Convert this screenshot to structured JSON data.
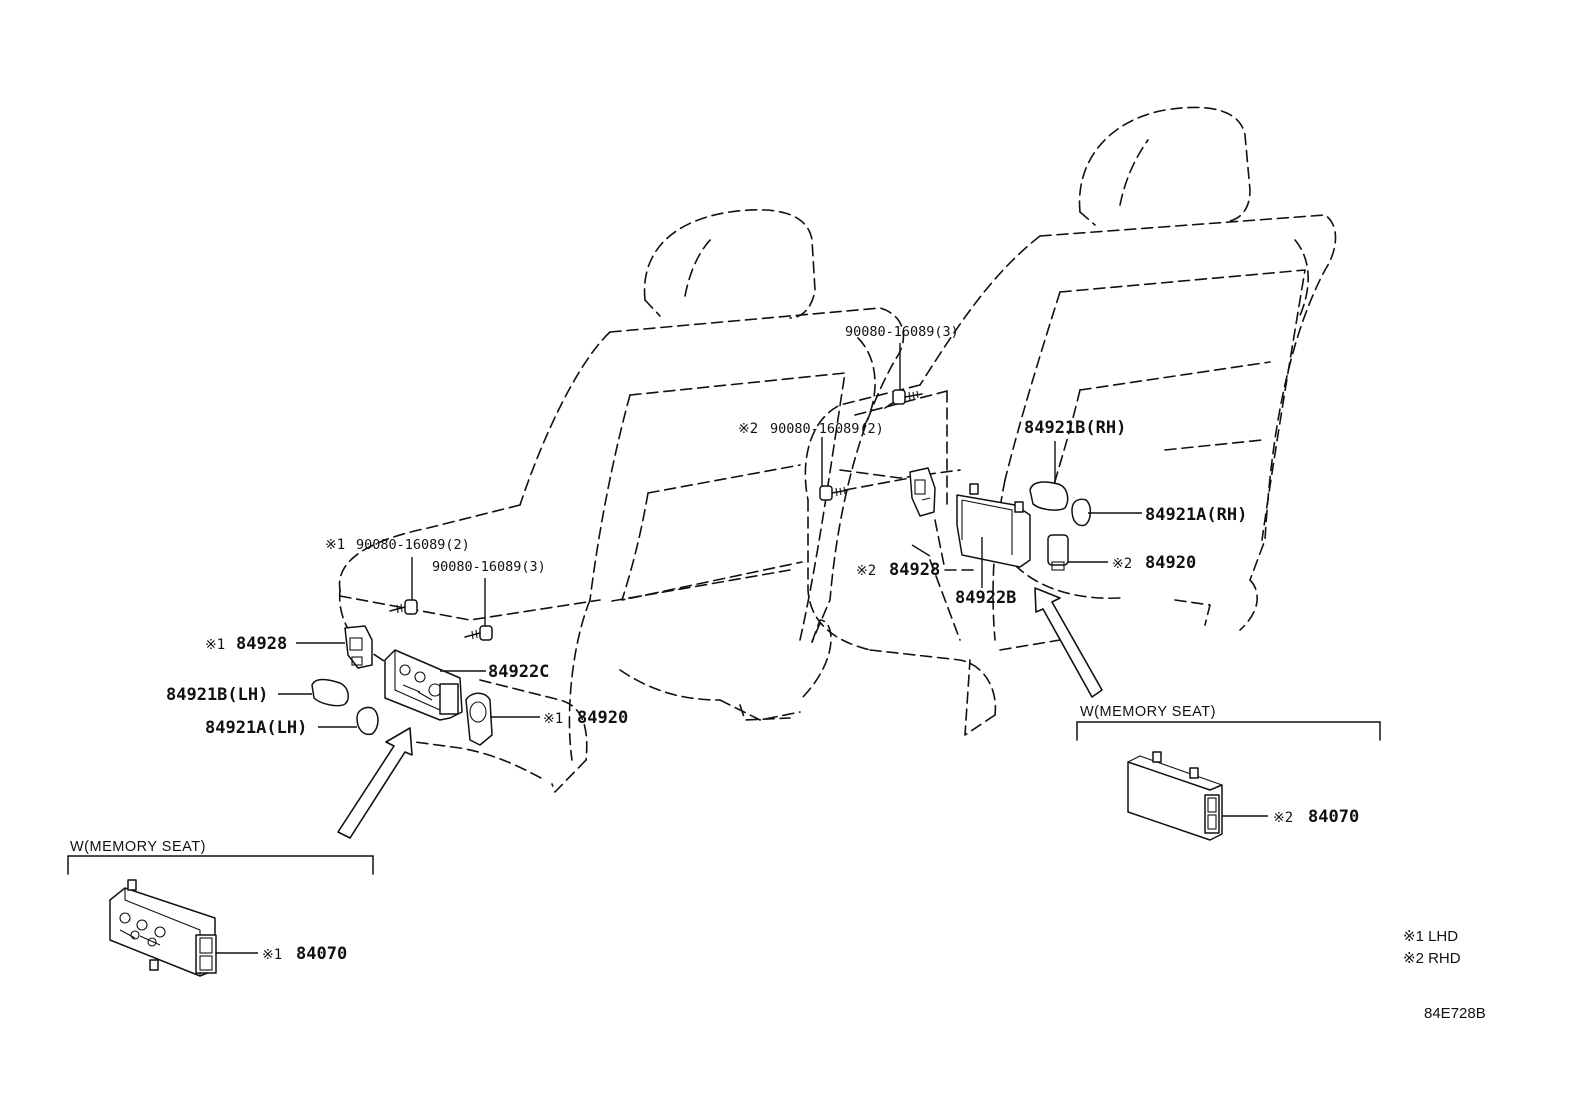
{
  "labels": {
    "p1": "90080-16089(3)",
    "p2_mark": "※2",
    "p2": "90080-16089(2)",
    "p3": "84921B(RH)",
    "p4": "84921A(RH)",
    "p5_mark": "※2",
    "p5": "84920",
    "p6_mark": "※2",
    "p6": "84928",
    "p7": "84922B",
    "p8_mark": "※1",
    "p8": "90080-16089(2)",
    "p9": "90080-16089(3)",
    "p10_mark": "※1",
    "p10": "84928",
    "p11": "84922C",
    "p12": "84921B(LH)",
    "p13_mark": "※1",
    "p13": "84920",
    "p14": "84921A(LH)",
    "p15_mark": "※2",
    "p15": "84070",
    "p16_mark": "※1",
    "p16": "84070"
  },
  "captions": {
    "memory_right": "W(MEMORY SEAT)",
    "memory_left": "W(MEMORY SEAT)"
  },
  "legend": {
    "lhd": "※1 LHD",
    "rhd": "※2 RHD"
  },
  "diagram_code": "84E728B"
}
